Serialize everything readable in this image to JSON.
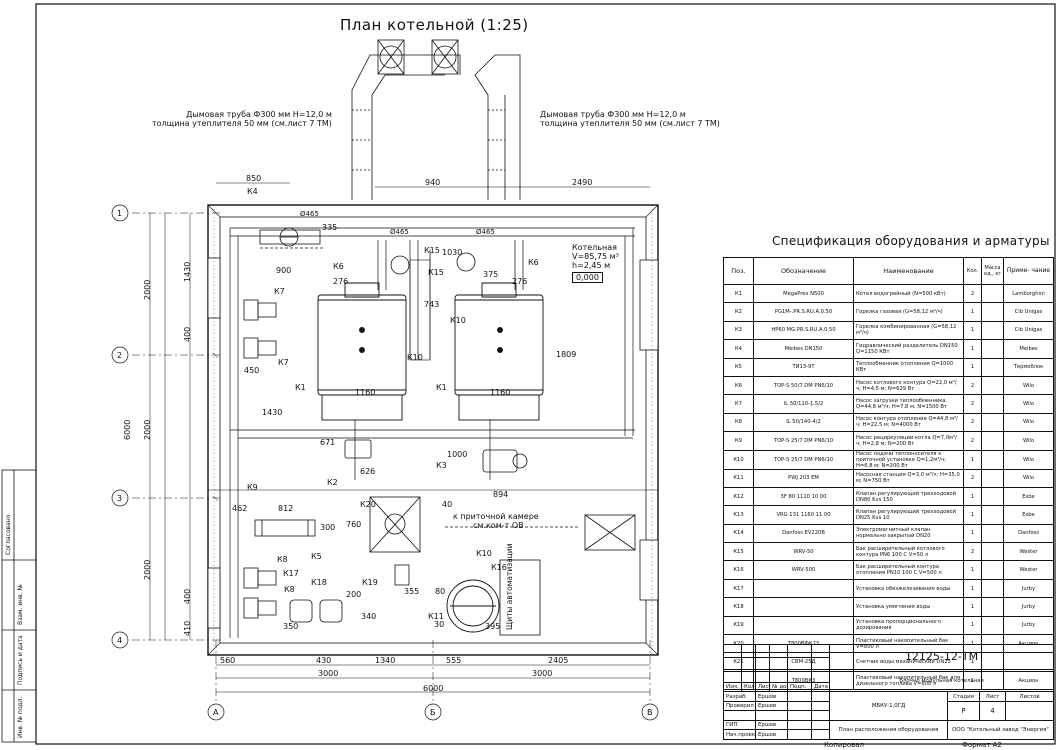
{
  "drawing": {
    "title": "План котельной (1:25)",
    "chimney_note_left": [
      "Дымовая труба Ф300 мм Н=12,0 м",
      "толщина утеплителя 50 мм (см.лист 7 ТМ)"
    ],
    "chimney_note_right": [
      "Дымовая труба Ф300 мм Н=12,0 м",
      "толщина утеплителя 50 мм (см.лист 7 ТМ)"
    ],
    "room_info": [
      "Котельная",
      "V=85,75 м³",
      "h=2,45 м",
      "0,000"
    ],
    "supply_chamber_note": [
      "к приточной камере",
      "см.ком-т ОВ"
    ],
    "automation_panel": "Щиты автоматизации",
    "axis_labels_rows": [
      "1",
      "2",
      "3",
      "4"
    ],
    "axis_labels_cols": [
      "А",
      "Б",
      "В"
    ],
    "dims_top": [
      "850",
      "940",
      "2490"
    ],
    "dims_left": [
      "1430",
      "2000",
      "400",
      "6000",
      "2000",
      "2000",
      "400",
      "410"
    ],
    "dims_bottom_row1": [
      "560",
      "430",
      "1340",
      "555",
      "2405"
    ],
    "dims_bottom_row2": [
      "3000",
      "3000"
    ],
    "dims_bottom_total": "6000",
    "dims_inner": [
      "900",
      "450",
      "1430",
      "1160",
      "1160",
      "743",
      "1030",
      "1809",
      "375",
      "276",
      "276",
      "335",
      "671",
      "626",
      "894",
      "1000",
      "812",
      "300",
      "760",
      "462",
      "40",
      "355",
      "80",
      "350",
      "200",
      "340",
      "395",
      "30"
    ],
    "equipment_tags": [
      "К1",
      "К1",
      "К2",
      "К3",
      "К4",
      "К5",
      "К6",
      "К6",
      "К7",
      "К7",
      "К8",
      "К8",
      "К9",
      "К10",
      "К10",
      "К10",
      "К11",
      "К15",
      "К15",
      "К16",
      "К17",
      "К18",
      "К19",
      "К20",
      "Ø465",
      "Ø465",
      "Ø465"
    ]
  },
  "spec": {
    "title": "Спецификация оборудования и арматуры",
    "headers": [
      "Поз.",
      "Обозначение",
      "Наименование",
      "Кол.",
      "Масса ед., кг",
      "Приме- чание"
    ],
    "rows": [
      [
        "К1",
        "MegaPrex N500",
        "Котел водогрейный (N=500 кВт)",
        "2",
        "",
        "Lamborghini"
      ],
      [
        "К2",
        "PG1M-.PR.S.RU.A.0.50",
        "Горелка газовая (G=58,12 м³/ч)",
        "1",
        "",
        "Cib Unigas"
      ],
      [
        "К3",
        "HP60 MG.PR.S.RU.A.0.50",
        "Горелка комбинированная (G=58,12 м³/ч)",
        "1",
        "",
        "Cib Unigas"
      ],
      [
        "К4",
        "Meibes DN150",
        "Гидравлический разделитель DN150 Q=1150 КВт",
        "1",
        "",
        "Meibes"
      ],
      [
        "К5",
        "ТИ13-9Т",
        "Теплообменник отопления Q=1000 КВт",
        "1",
        "",
        "Термоблок"
      ],
      [
        "К6",
        "TOP-S 50/7 DM PN6/10",
        "Насос котлового контура Q=22,0 м³/ч; Н=4,5 м; N=629 Вт",
        "2",
        "",
        "Wilo"
      ],
      [
        "К7",
        "IL 50/110-1,5/2",
        "Насос загрузки теплообменника Q=44,8 м³/ч; Н=7,8 м; N=1500 Вт",
        "2",
        "",
        "Wilo"
      ],
      [
        "К8",
        "IL 50/140-4/2",
        "Насос контура отопления Q=44,8 м³/ч; Н=22,5 м; N=4000 Вт",
        "2",
        "",
        "Wilo"
      ],
      [
        "К9",
        "TOP-S 25/7 DM PN6/10",
        "Насос рециркуляции котла Q=7,0м³/ч; Н=2,8 м; N=200 Вт",
        "2",
        "",
        "Wilo"
      ],
      [
        "К10",
        "TOP-S 25/7 DM PN6/10",
        "Насос подачи теплоносителя к приточной установке Q=1,2м³/ч; Н=6,8 м; N=200 Вт",
        "1",
        "",
        "Wilo"
      ],
      [
        "К11",
        "PWJ 203 EM",
        "Насосная станция Q=3,0 м³/ч; Н=35,0 м; N=750 Вт",
        "2",
        "",
        "Wilo"
      ],
      [
        "К12",
        "3F 80 1110 10 00",
        "Клапан регулирующий трехходовой DN80 Kvs 150",
        "1",
        "",
        "Esbe"
      ],
      [
        "К13",
        "VRG 131 1160 11 00",
        "Клапан регулирующий трехходовой DN25 Kvs 10",
        "1",
        "",
        "Esbe"
      ],
      [
        "К14",
        "Danfoss EV220B",
        "Электромагнитный клапан нормально закрытый DN20",
        "1",
        "",
        "Danfoss"
      ],
      [
        "К15",
        "WRV-50",
        "Бак расширительный котлового контура PN6 100 С V=50 л",
        "2",
        "",
        "Wester"
      ],
      [
        "К16",
        "WRV-500",
        "Бак расширительный контура отопления PN10 100 С V=500 л",
        "1",
        "",
        "Wester"
      ],
      [
        "К17",
        "",
        "Установка обезжелезивания воды",
        "1",
        "",
        "Jurby"
      ],
      [
        "К18",
        "",
        "Установка умягчения воды",
        "1",
        "",
        "Jurby"
      ],
      [
        "К19",
        "",
        "Установка пропорционального дозирования",
        "1",
        "",
        "Jurby"
      ],
      [
        "К20",
        "T800ВФК23",
        "Пластиковый накопительный бак V=800 л",
        "1",
        "",
        "Акцион"
      ],
      [
        "К21",
        "СВМ-25Д",
        "Счетчик воды механический DN25",
        "1",
        "",
        ""
      ],
      [
        "",
        "T800ВК3",
        "Пластиковый накопительный бак для дизельного топлива V=800 л",
        "1",
        "",
        "Акцион"
      ]
    ]
  },
  "stamp": {
    "code": "12125-12-ТМ",
    "project": "Блочно модульная котельная",
    "col_headers": [
      "Изм.",
      "Кол.уч.",
      "Лист",
      "№ док.",
      "Подп.",
      "Дата"
    ],
    "roles": [
      "Разраб.",
      "Проверил",
      "",
      "ГИП",
      "Нач.проектн."
    ],
    "names": [
      "Ершов",
      "Ершов",
      "",
      "Ершов",
      "Ершов"
    ],
    "object": "МБКУ-1,0ГД",
    "sheet_title": "План расположения оборудования",
    "stage_label": "Стадия",
    "sheet_label": "Лист",
    "sheets_label": "Листов",
    "stage": "Р",
    "sheet": "4",
    "company": "ООО \"Котельный завод \"Энергия\""
  },
  "side_stamp": [
    "Согласовано",
    "Взам. инв. №",
    "Подпись и дата",
    "Инв. № подл."
  ],
  "footer": {
    "copied": "Копировал",
    "format": "Формат А2"
  }
}
